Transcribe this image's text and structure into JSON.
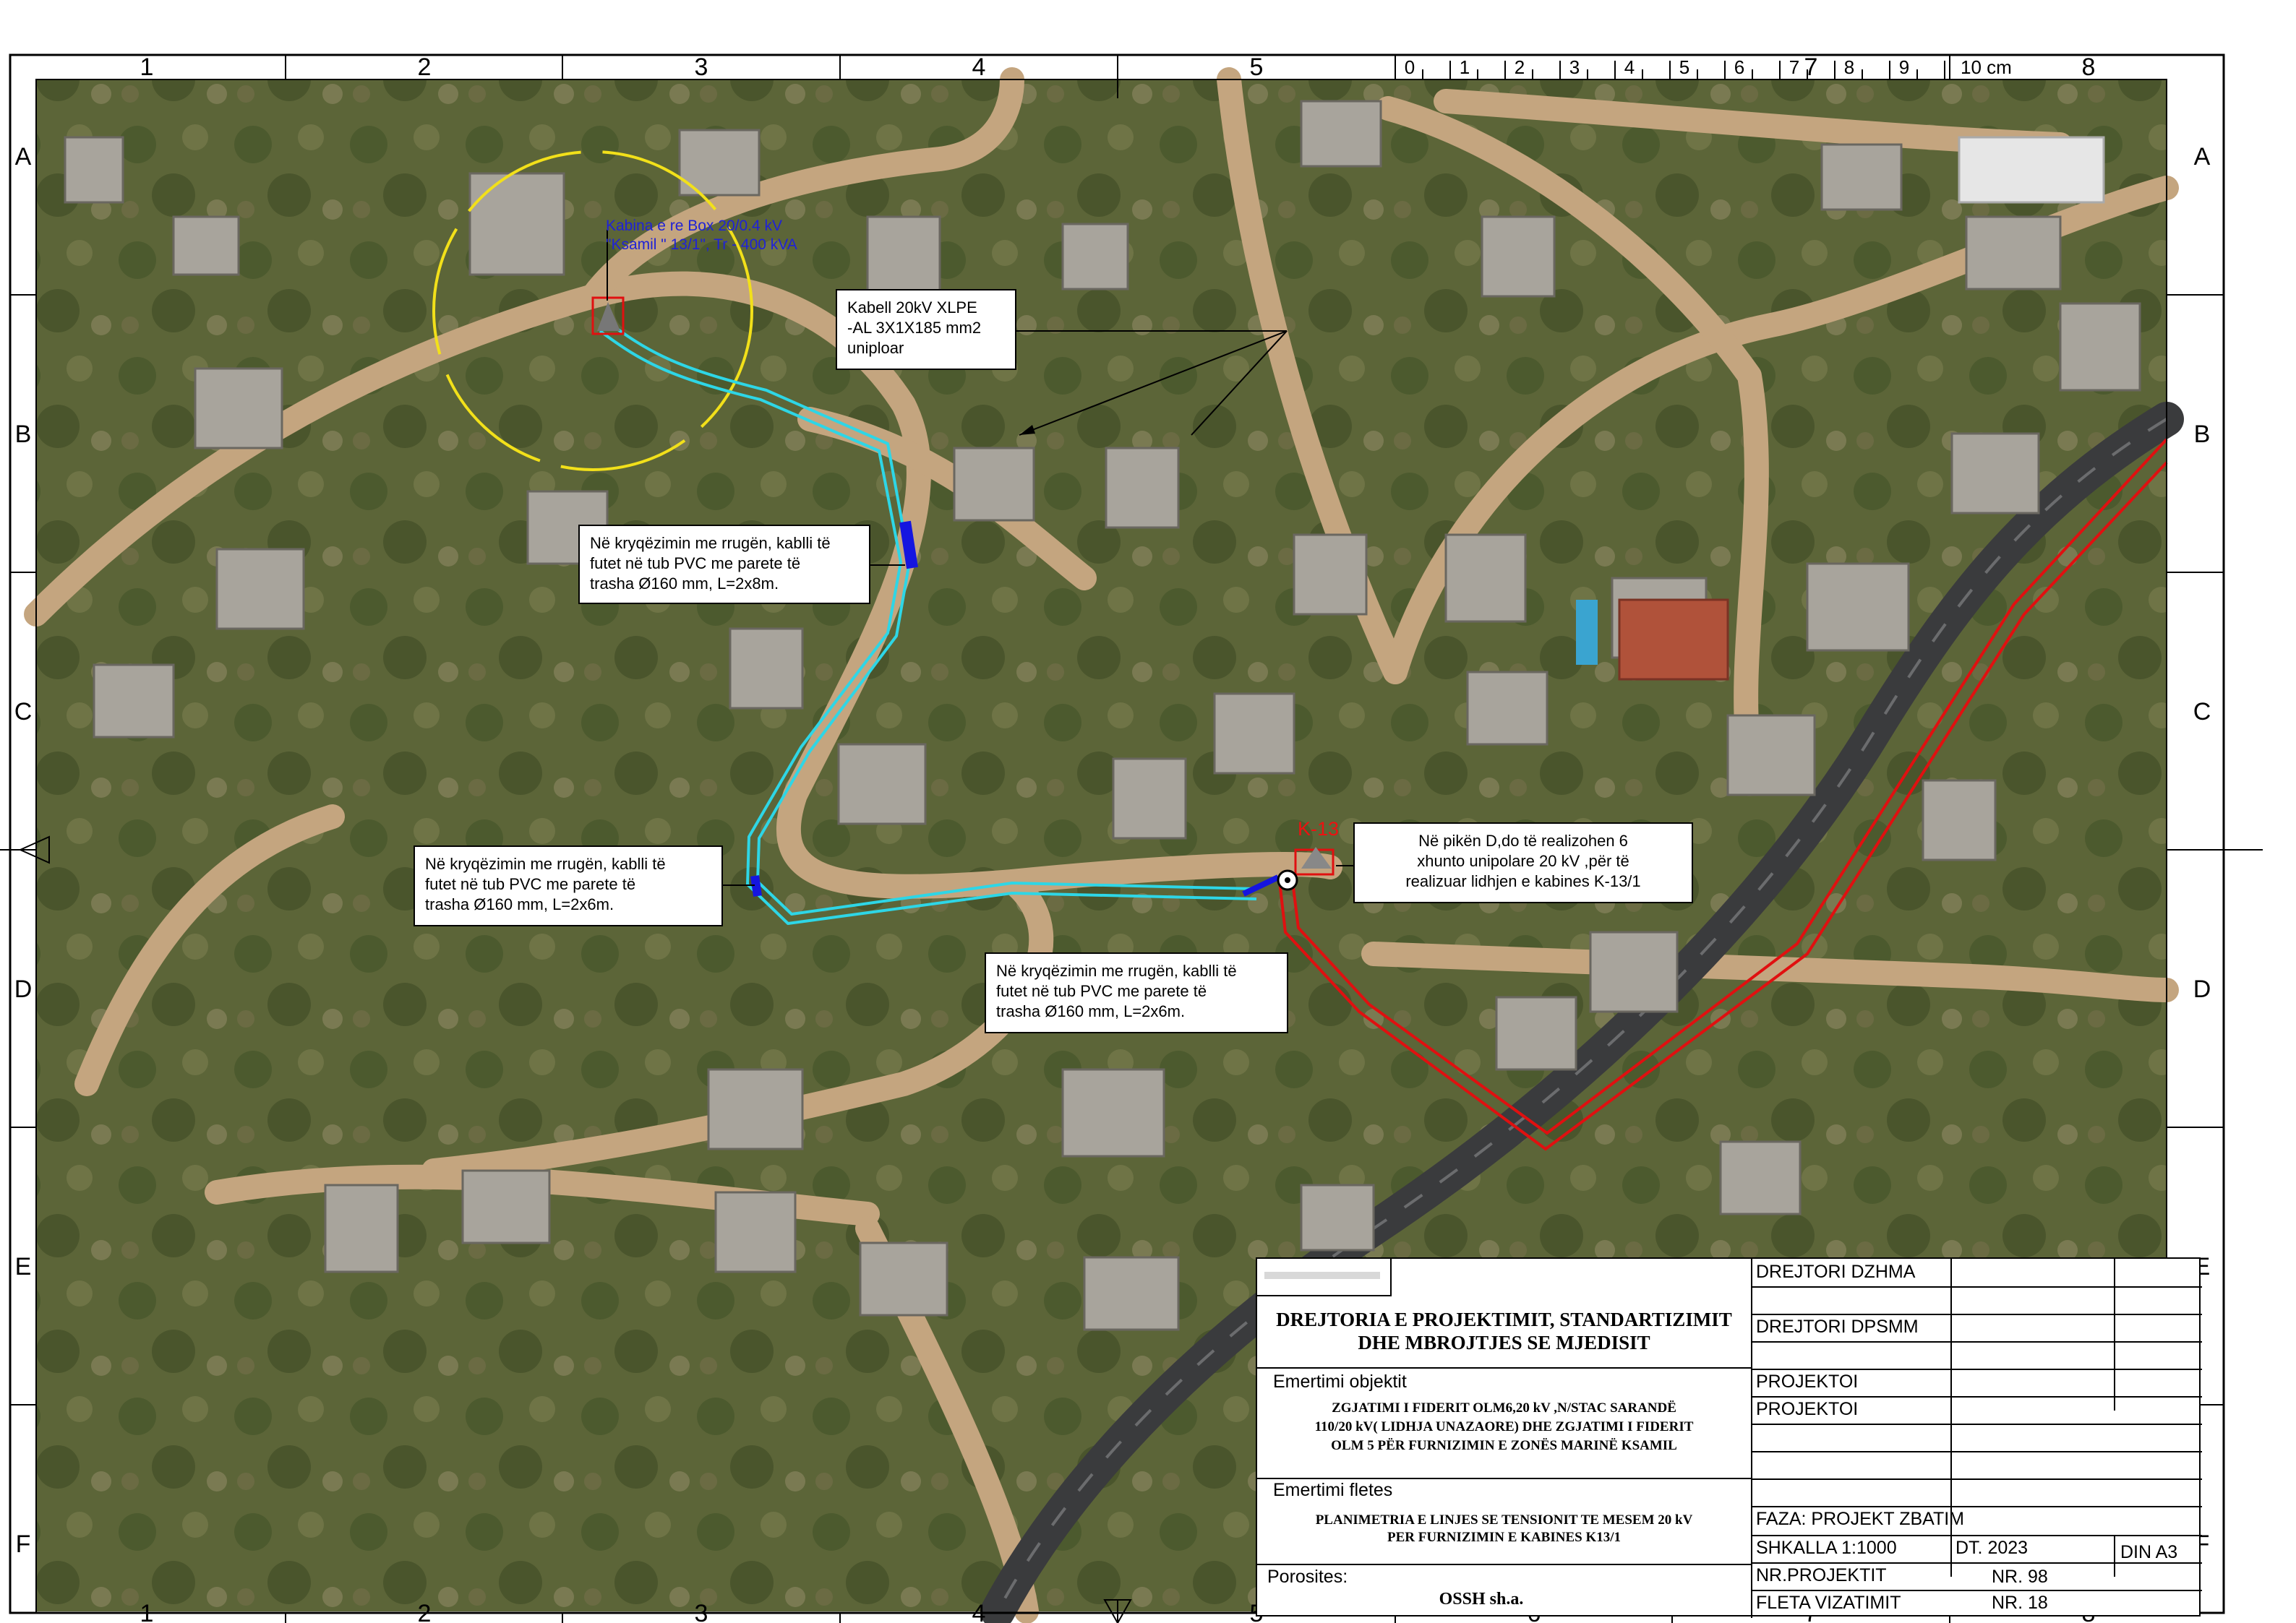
{
  "frame": {
    "columns": [
      "1",
      "2",
      "3",
      "4",
      "5",
      "6",
      "7",
      "8"
    ],
    "rows": [
      "A",
      "B",
      "C",
      "D",
      "E",
      "F"
    ]
  },
  "scale_bar": {
    "ticks": [
      "0",
      "1",
      "2",
      "3",
      "4",
      "5",
      "6",
      "7",
      "8",
      "9"
    ],
    "unit_label": "10 cm"
  },
  "map": {
    "kabina_label": "Kabina e re Box 20/0.4 kV\n\"Ksamil \" 13/1\", Tr - 400 kVA",
    "k13_label": "K-13",
    "colors": {
      "new_cable": "#2ed6e6",
      "pvc_tube": "#1515e0",
      "existing_line": "#e01010",
      "radius_circle": "#f2e01a",
      "label_blue": "#1f22d6"
    },
    "annotations": {
      "cable": "Kabell 20kV XLPE\n-AL 3X1X185 mm2\nuniploar",
      "crossing_1": "Në kryqëzimin me rrugën, kablli të\nfutet në tub PVC me parete të\ntrasha Ø160 mm, L=2x8m.",
      "crossing_2": "Në kryqëzimin me rrugën, kablli të\nfutet në tub PVC me parete të\ntrasha Ø160 mm, L=2x6m.",
      "crossing_3": "Në kryqëzimin me rrugën, kablli të\nfutet në tub PVC me parete të\ntrasha Ø160 mm, L=2x6m.",
      "point_d": "Në pikën D,do të realizohen 6\nxhunto unipolare 20 kV ,për të\nrealizuar lidhjen e kabines K-13/1"
    }
  },
  "title_block": {
    "org_title": "DREJTORIA E PROJEKTIMIT, STANDARTIZIMIT\nDHE MBROJTJES SE MJEDISIT",
    "object_label": "Emertimi objektit",
    "object_name": "ZGJATIMI  I FIDERIT OLM6,20 kV ,N/STAC SARANDË\n110/20 kV( LIDHJA UNAZAORE) DHE ZGJATIMI I FIDERIT\nOLM 5 PËR FURNIZIMIN E ZONËS MARINË KSAMIL",
    "sheet_label": "Emertimi fletes",
    "sheet_name": "PLANIMETRIA E LINJES SE TENSIONIT TE MESEM 20 kV\nPER FURNIZIMIN E KABINES K13/1",
    "client_label": "Porosites:",
    "client_name": "OSSH sh.a.",
    "director_dzhma": "DREJTORI DZHMA",
    "director_dpsmm": "DREJTORI DPSMM",
    "designer_1": "PROJEKTOI",
    "designer_2": "PROJEKTOI",
    "phase": "FAZA: PROJEKT ZBATIM",
    "scale": "SHKALLA 1:1000",
    "date": "DT. 2023",
    "format": "DIN A3",
    "project_no_label": "NR.PROJEKTIT",
    "project_no": "NR. 98",
    "sheet_no_label": "FLETA VIZATIMIT",
    "sheet_no": "NR. 18"
  }
}
